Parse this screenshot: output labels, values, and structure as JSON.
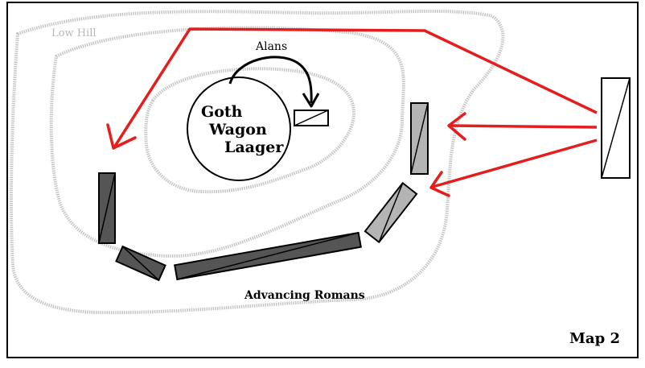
{
  "labels": {
    "hill": "Low Hill",
    "alans": "Alans",
    "laager_line1": "Goth",
    "laager_line2": "Wagon",
    "laager_line3": "Laager",
    "romans": "Advancing Romans",
    "map_id": "Map 2"
  },
  "colors": {
    "arrow": "#e41e1e",
    "contour": "#c4c4c4",
    "dark_unit": "#555555",
    "light_unit": "#b4b4b4",
    "outline": "#000000"
  }
}
